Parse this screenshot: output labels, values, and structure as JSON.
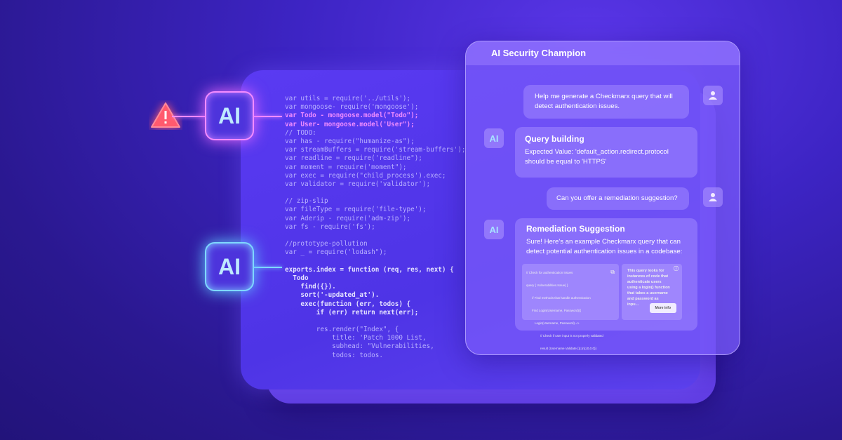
{
  "colors": {
    "background": "#2a1890",
    "accent_pink": "#f48cff",
    "accent_cyan": "#7fd8ff",
    "warning": "#ff5a6e"
  },
  "ai_badges": [
    "AI",
    "AI"
  ],
  "code_lines": [
    {
      "text": "var utils = require('../utils');",
      "style": "normal"
    },
    {
      "text": "var mongoose- require('mongoose');",
      "style": "normal"
    },
    {
      "text": "var Todo - mongoose.model(\"Todo\");",
      "style": "pink"
    },
    {
      "text": "var User- mongoose.model('User\");",
      "style": "pink"
    },
    {
      "text": "// TODO:",
      "style": "normal"
    },
    {
      "text": "var has - require(\"humanize-as\");",
      "style": "normal"
    },
    {
      "text": "var streamBuffers = require('stream-buffers');",
      "style": "normal"
    },
    {
      "text": "var readline = require('readline\");",
      "style": "normal"
    },
    {
      "text": "var moment = require('moment\");",
      "style": "normal"
    },
    {
      "text": "var exec = require(\"child_process').exec;",
      "style": "normal"
    },
    {
      "text": "var validator = require('validator');",
      "style": "normal"
    },
    {
      "text": "",
      "style": "normal"
    },
    {
      "text": "// zip-slip",
      "style": "normal"
    },
    {
      "text": "var fileType = require('file-type');",
      "style": "normal"
    },
    {
      "text": "var Aderip - require('adm-zip');",
      "style": "normal"
    },
    {
      "text": "var fs - require('fs');",
      "style": "normal"
    },
    {
      "text": "",
      "style": "normal"
    },
    {
      "text": "//prototype-pollution",
      "style": "normal"
    },
    {
      "text": "var _ = require('lodash\");",
      "style": "normal"
    },
    {
      "text": "",
      "style": "normal"
    },
    {
      "text": "exports.index = function (req, res, next) {",
      "style": "white"
    },
    {
      "text": "  Todo",
      "style": "white"
    },
    {
      "text": "    find({}).",
      "style": "white"
    },
    {
      "text": "    sort('-updated_at').",
      "style": "white"
    },
    {
      "text": "    exec(function (err, todos) {",
      "style": "white"
    },
    {
      "text": "        if (err) return next(err);",
      "style": "white"
    },
    {
      "text": "",
      "style": "normal"
    },
    {
      "text": "        res.render(\"Index\", {",
      "style": "normal"
    },
    {
      "text": "            title: 'Patch 1000 List,",
      "style": "normal"
    },
    {
      "text": "            subhead: \"Vulnerabilities,",
      "style": "normal"
    },
    {
      "text": "            todos: todos.",
      "style": "normal"
    }
  ],
  "chat": {
    "title": "AI Security Champion",
    "ai_avatar": "AI",
    "messages": [
      {
        "role": "user",
        "text": "Help me generate a Checkmarx query that will detect authentication issues."
      },
      {
        "role": "ai",
        "title": "Query building",
        "text": "Expected Value: 'default_action.redirect.protocol should be equal to 'HTTPS'"
      },
      {
        "role": "user",
        "text": "Can you offer a remediation suggestion?"
      },
      {
        "role": "ai",
        "title": "Remediation Suggestion",
        "text": "Sure! Here's an example Checkmarx query that can detect potential authentication issues in a codebase:"
      }
    ],
    "code_snippet": [
      "// Check for authentication issues",
      "query { Vulnerabilities.Issue{ }",
      "// Find methods that handle authentication",
      "Find Login(Username, Password)){",
      "  Login(Username, Password) =>",
      "    // Check if user input is not properly validated",
      "    result (Username.Validate( ));(n);(0,0.0))"
    ],
    "info_text": "This query looks for instances of code that authenticate users using a login() function that takes a username and password as inpu...",
    "more_info": "More info"
  }
}
